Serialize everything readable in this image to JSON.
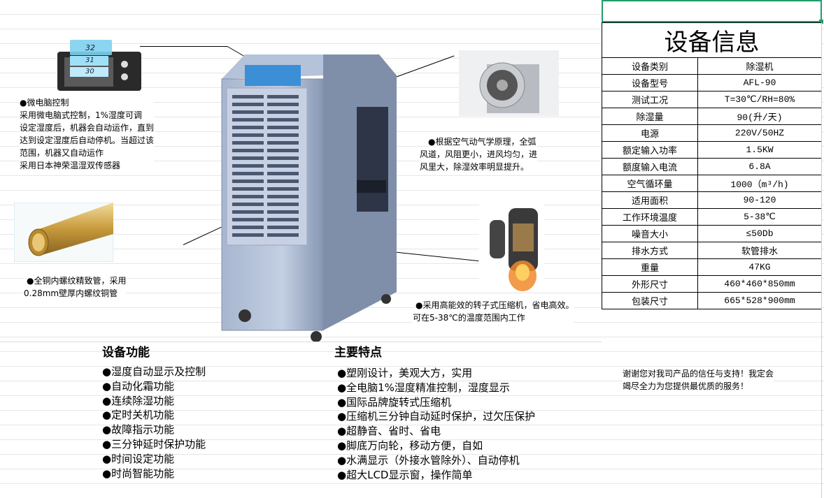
{
  "spec_table": {
    "title": "设备信息",
    "rows": [
      {
        "label": "设备类别",
        "value": "除湿机"
      },
      {
        "label": "设备型号",
        "value": "AFL-90"
      },
      {
        "label": "测试工况",
        "value": "T=30℃/RH=80%"
      },
      {
        "label": "除湿量",
        "value": "90(升/天)"
      },
      {
        "label": "电源",
        "value": "220V/50HZ"
      },
      {
        "label": "额定输入功率",
        "value": "1.5KW"
      },
      {
        "label": "额度输入电流",
        "value": "6.8A"
      },
      {
        "label": "空气循环量",
        "value": "1000（m³/h)"
      },
      {
        "label": "适用面积",
        "value": "90-120"
      },
      {
        "label": "工作环境温度",
        "value": "5-38℃"
      },
      {
        "label": "噪音大小",
        "value": "≤50Db"
      },
      {
        "label": "排水方式",
        "value": "软管排水"
      },
      {
        "label": "重量",
        "value": "47KG"
      },
      {
        "label": "外形尺寸",
        "value": "460*460*850mm"
      },
      {
        "label": "包装尺寸",
        "value": "665*528*900mm"
      }
    ]
  },
  "callouts": {
    "control": [
      "●微电脑控制",
      "采用微电脑式控制，1%湿度可调",
      "设定湿度后，机器会自动运作，直到",
      "达到设定湿度后自动停机。当超过该",
      "范围，机器又自动运作",
      "采用日本神荣温湿双传感器"
    ],
    "copper": [
      "●全铜内螺纹精致管，采用",
      "0.28mm壁厚内螺纹铜管"
    ],
    "fan": [
      "●根据空气动气学原理，全弧",
      "风道，风阻更小，进风均匀，进",
      "风里大，除湿效率明显提升。"
    ],
    "compressor": [
      "●采用高能效的转子式压缩机，省电高效。",
      "可在5-38℃的温度范围内工作"
    ],
    "lcd_readings": [
      "32",
      "31",
      "30"
    ]
  },
  "functions": {
    "heading": "设备功能",
    "items": [
      "●湿度自动显示及控制",
      "●自动化霜功能",
      "●连续除湿功能",
      "●定时关机功能",
      "●故障指示功能",
      "●三分钟延时保护功能",
      "●时间设定功能",
      "●时尚智能功能"
    ]
  },
  "features": {
    "heading": "主要特点",
    "items": [
      "●塑刚设计，美观大方，实用",
      "●全电脑1%湿度精准控制，湿度显示",
      "●国际品牌旋转式压缩机",
      "●压缩机三分钟自动延时保护，过欠压保护",
      "●超静音、省时、省电",
      "●脚底万向轮，移动方便，自如",
      "●水满显示（外接水管除外）、自动停机",
      "●超大LCD显示窗，操作简单"
    ]
  },
  "thanks": [
    "谢谢您对我司产品的信任与支持！我定会",
    "竭尽全力为您提供最优质的服务！"
  ]
}
